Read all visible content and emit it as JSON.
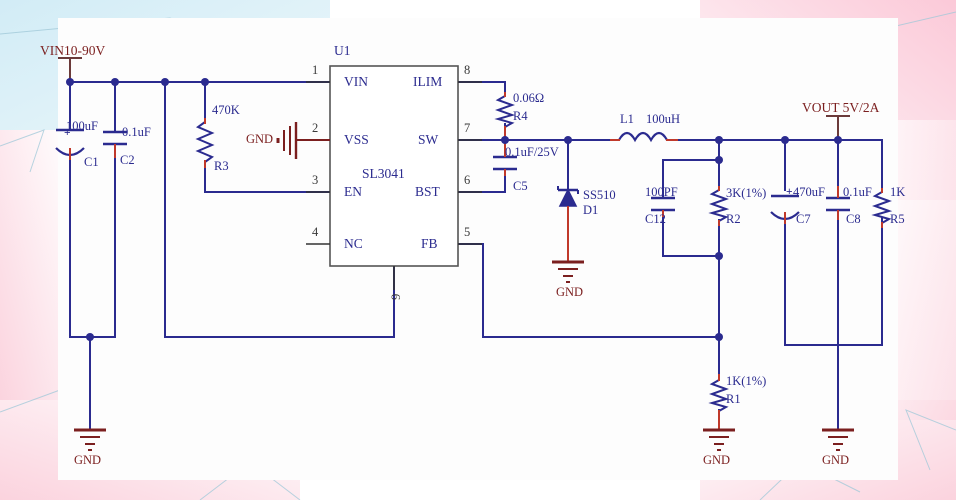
{
  "title": "SL3041 Step-Down Converter Schematic",
  "colors": {
    "wire": "#2b2b8f",
    "pin_lead": "#6b3a3a",
    "component_body": "#2b2b8f",
    "component_red": "#c0392b",
    "text_blue": "#2b2b8f",
    "text_red": "#7b1f1f",
    "ic_outline": "#555555",
    "background": "#ffffff",
    "sheet": "#fdfdfd",
    "corner_cyan": "#d8eef5",
    "corner_pink": "#f9d3de"
  },
  "ic": {
    "designator": "U1",
    "part_number": "SL3041",
    "pins_left": [
      {
        "number": "1",
        "name": "VIN"
      },
      {
        "number": "2",
        "name": "VSS"
      },
      {
        "number": "3",
        "name": "EN"
      },
      {
        "number": "4",
        "name": "NC"
      }
    ],
    "pins_right": [
      {
        "number": "8",
        "name": "ILIM"
      },
      {
        "number": "7",
        "name": "SW"
      },
      {
        "number": "6",
        "name": "BST"
      },
      {
        "number": "5",
        "name": "FB"
      }
    ],
    "pin_bottom": {
      "number": "9",
      "name": ""
    }
  },
  "ports": [
    {
      "name": "input-port",
      "label": "VIN10-90V"
    },
    {
      "name": "output-port",
      "label": "VOUT 5V/2A"
    }
  ],
  "gnd_symbols": [
    {
      "name": "gnd-vss",
      "label": "GND"
    },
    {
      "name": "gnd-diode",
      "label": "GND"
    },
    {
      "name": "gnd-input",
      "label": "GND"
    },
    {
      "name": "gnd-feedback",
      "label": "GND"
    },
    {
      "name": "gnd-output",
      "label": "GND"
    }
  ],
  "components": [
    {
      "ref": "C1",
      "value": "100uF",
      "type": "capacitor-polarized"
    },
    {
      "ref": "C2",
      "value": "0.1uF",
      "type": "capacitor"
    },
    {
      "ref": "R3",
      "value": "470K",
      "type": "resistor"
    },
    {
      "ref": "R4",
      "value": "0.06Ω",
      "type": "resistor"
    },
    {
      "ref": "C5",
      "value": "0.1uF/25V",
      "type": "capacitor"
    },
    {
      "ref": "D1",
      "value": "SS510",
      "type": "diode-schottky"
    },
    {
      "ref": "L1",
      "value": "100uH",
      "type": "inductor"
    },
    {
      "ref": "C12",
      "value": "100PF",
      "type": "capacitor"
    },
    {
      "ref": "R2",
      "value": "3K(1%)",
      "type": "resistor"
    },
    {
      "ref": "C7",
      "value": "470uF",
      "type": "capacitor-polarized"
    },
    {
      "ref": "C8",
      "value": "0.1uF",
      "type": "capacitor"
    },
    {
      "ref": "R5",
      "value": "1K",
      "type": "resistor"
    },
    {
      "ref": "R1",
      "value": "1K(1%)",
      "type": "resistor"
    }
  ]
}
